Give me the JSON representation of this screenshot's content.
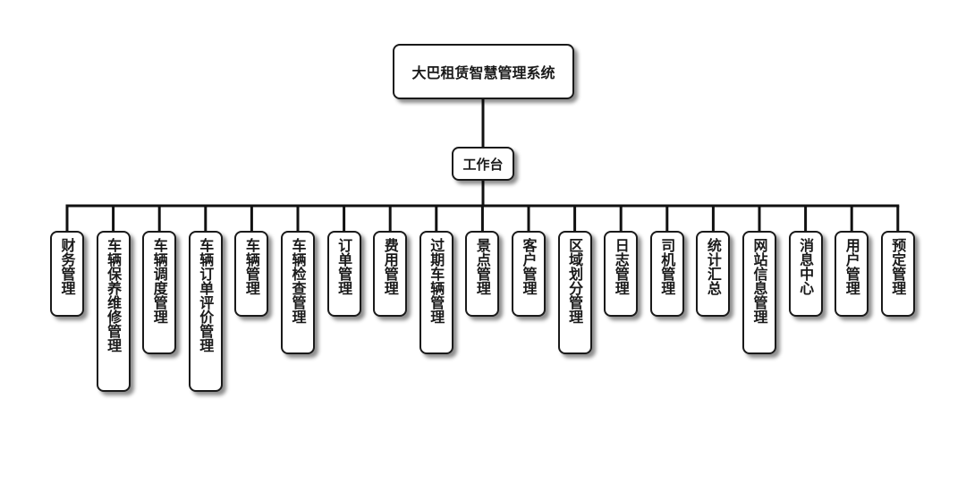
{
  "root": {
    "label": "大巴租赁智慧管理系统"
  },
  "hub": {
    "label": "工作台"
  },
  "modules": [
    "财务管理",
    "车辆保养维修管理",
    "车辆调度管理",
    "车辆订单评价管理",
    "车辆管理",
    "车辆检查管理",
    "订单管理",
    "费用管理",
    "过期车辆管理",
    "景点管理",
    "客户管理",
    "区域划分管理",
    "日志管理",
    "司机管理",
    "统计汇总",
    "网站信息管理",
    "消息中心",
    "用户管理",
    "预定管理"
  ]
}
